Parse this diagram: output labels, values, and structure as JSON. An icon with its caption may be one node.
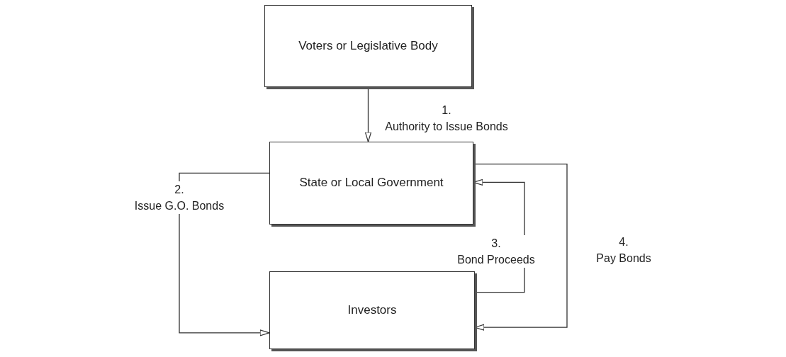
{
  "diagram": {
    "nodes": [
      {
        "text": [
          "Voters or Legislative Body"
        ]
      },
      {
        "text": [
          "State or Local Government"
        ]
      },
      {
        "text": [
          "Investors"
        ]
      }
    ],
    "edges": [
      {
        "from": 0,
        "to": 1,
        "arrow": "to",
        "label": "1. Authority to Issue Bonds"
      },
      {
        "from": 1,
        "to": 2,
        "arrow": "to",
        "label": "2. Issue G.O. Bonds"
      },
      {
        "from": 2,
        "to": 1,
        "arrow": "to",
        "label": "3. Bond Proceeds"
      },
      {
        "from": 1,
        "to": 2,
        "arrow": "to",
        "label": "4. Pay Bonds"
      }
    ]
  }
}
